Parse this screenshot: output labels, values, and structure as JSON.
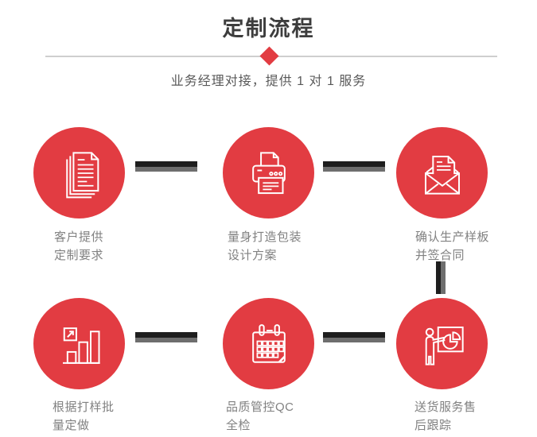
{
  "header": {
    "title": "定制流程",
    "subtitle": "业务经理对接，提供 1 对 1 服务"
  },
  "colors": {
    "accent_red": "#e23c42",
    "connector_dark": "#1e1e1e",
    "connector_gray": "#6e6e6e",
    "divider": "#cfcfcf",
    "title_text": "#3d3d3d",
    "subtitle_text": "#595959",
    "label_text": "#818181"
  },
  "steps": [
    {
      "icon": "documents-icon",
      "label_line1": "客户提供",
      "label_line2": "定制要求"
    },
    {
      "icon": "printer-icon",
      "label_line1": "量身打造包装",
      "label_line2": "设计方案"
    },
    {
      "icon": "envelope-icon",
      "label_line1": "确认生产样板",
      "label_line2": "并签合同"
    },
    {
      "icon": "bar-chart-icon",
      "label_line1": "根据打样批",
      "label_line2": "量定做"
    },
    {
      "icon": "calendar-icon",
      "label_line1": "品质管控QC",
      "label_line2": "全检"
    },
    {
      "icon": "presentation-icon",
      "label_line1": "送货服务售",
      "label_line2": "后跟踪"
    }
  ]
}
